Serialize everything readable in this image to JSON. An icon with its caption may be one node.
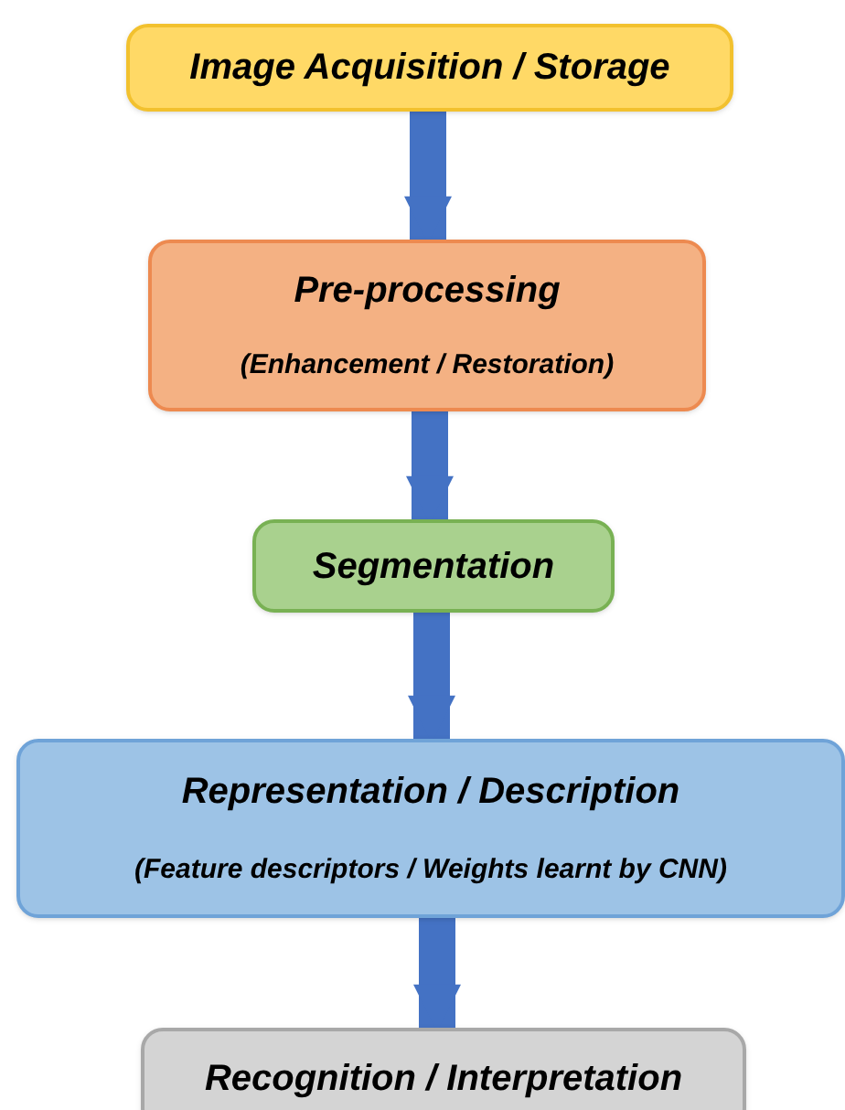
{
  "diagram": {
    "nodes": [
      {
        "text": [
          "Image Acquisition / Storage"
        ]
      },
      {
        "text": [
          "Pre-processing",
          "(Enhancement / Restoration)"
        ]
      },
      {
        "text": [
          "Segmentation"
        ]
      },
      {
        "text": [
          "Representation / Description",
          "(Feature descriptors / Weights learnt by CNN)"
        ]
      },
      {
        "text": [
          "Recognition / Interpretation"
        ]
      }
    ],
    "edges": [
      {
        "from": 0,
        "to": 1,
        "arrow": "to"
      },
      {
        "from": 1,
        "to": 2,
        "arrow": "to"
      },
      {
        "from": 2,
        "to": 3,
        "arrow": "to"
      },
      {
        "from": 3,
        "to": 4,
        "arrow": "to"
      }
    ]
  }
}
